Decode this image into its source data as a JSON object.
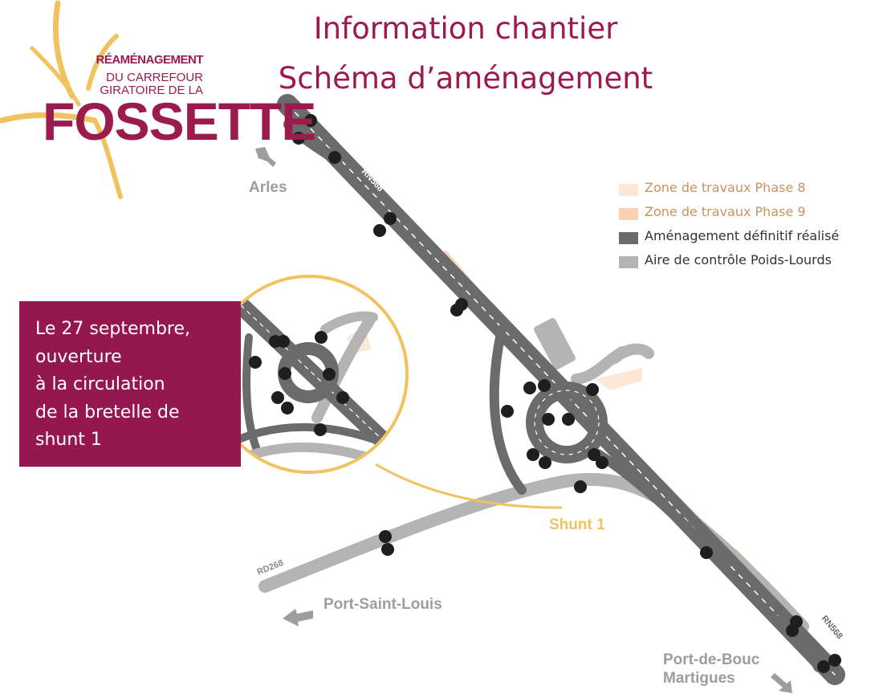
{
  "title": {
    "line1": "Information chantier",
    "line2": "Schéma d’aménagement"
  },
  "logo": {
    "line1": "RÉAMÉNAGEMENT",
    "line2": "DU CARREFOUR",
    "line3": "GIRATOIRE DE LA",
    "big": "FOSSETTE"
  },
  "legend": [
    {
      "label": "Zone de travaux Phase 8",
      "color": "#fde8d7",
      "text_color": "#c9935f"
    },
    {
      "label": "Zone de travaux Phase 9",
      "color": "#fad2b1",
      "text_color": "#c9935f"
    },
    {
      "label": "Aménagement définitif réalisé",
      "color": "#6b6b6b",
      "text_color": "#333333"
    },
    {
      "label": "Aire de contrôle Poids-Lourds",
      "color": "#b4b4b4",
      "text_color": "#333333"
    }
  ],
  "callout": {
    "lines": [
      "Le 27 septembre,",
      "ouverture",
      "à la circulation",
      "de la bretelle de",
      "shunt 1"
    ]
  },
  "places": {
    "arles": "Arles",
    "port_saint_louis": "Port-Saint-Louis",
    "port_de_bouc": "Port-de-Bouc",
    "martigues": "Martigues"
  },
  "shunt_label": "Shunt 1",
  "roads": {
    "rn568_top": "RN568",
    "rn568_bottom": "RN568",
    "rd268": "RD268"
  },
  "colors": {
    "brand": "#9b1b4f",
    "road_dark": "#6b6b6b",
    "road_light": "#b4b4b4",
    "zone_phase8": "#fde8d7",
    "zone_phase9": "#fad2b1",
    "shunt": "#f0c35e",
    "place_text": "#9d9d9d"
  }
}
